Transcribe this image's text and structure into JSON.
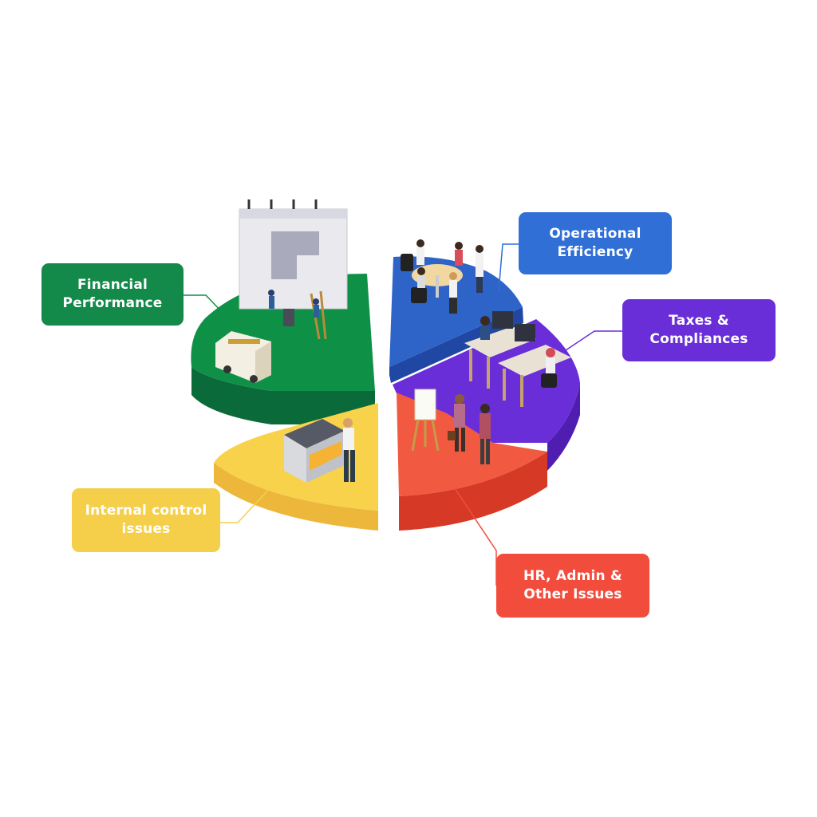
{
  "colors": {
    "financial": "#0f9047",
    "financial_side": "#0a6a3a",
    "operational": "#2e63c8",
    "operational_side": "#1f47a3",
    "taxes": "#6a2ed8",
    "taxes_side": "#4f1eb0",
    "hr": "#f15a40",
    "hr_side": "#d63a26",
    "internal": "#f8d24b",
    "internal_side": "#ecb73a",
    "label_financial": "#13894a",
    "label_operational": "#2f6fd6",
    "label_taxes": "#6a2ed8",
    "label_internal": "#f6cf4a",
    "label_hr": "#f24c3d"
  },
  "segments": {
    "financial": {
      "label_line1": "Financial",
      "label_line2": "Performance",
      "scene_icon": "billboard-van-icon"
    },
    "operational": {
      "label_line1": "Operational",
      "label_line2": "Efficiency",
      "scene_icon": "meeting-table-icon"
    },
    "taxes": {
      "label_line1": "Taxes &",
      "label_line2": "Compliances",
      "scene_icon": "office-desks-icon"
    },
    "internal": {
      "label_line1": "Internal control",
      "label_line2": "issues",
      "scene_icon": "printer-worker-icon"
    },
    "hr": {
      "label_line1": "HR, Admin &",
      "label_line2": "Other Issues",
      "scene_icon": "handshake-easel-icon"
    }
  }
}
